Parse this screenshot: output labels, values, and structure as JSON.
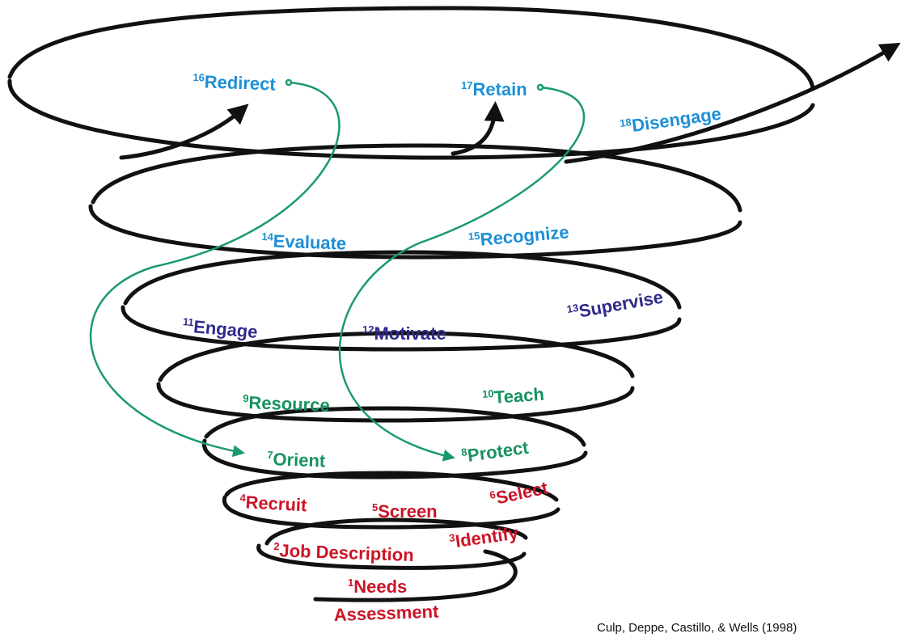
{
  "colors": {
    "red": "#cc1427",
    "green": "#16935f",
    "purple": "#2f2a8c",
    "blue": "#1d8fd6",
    "spiral": "#111111",
    "connector": "#1a9a6b"
  },
  "stages": [
    {
      "num": "1",
      "name": "Needs",
      "name2": "Assessment",
      "color": "red"
    },
    {
      "num": "2",
      "name": "Job Description",
      "color": "red"
    },
    {
      "num": "3",
      "name": "Identify",
      "color": "red"
    },
    {
      "num": "4",
      "name": "Recruit",
      "color": "red"
    },
    {
      "num": "5",
      "name": "Screen",
      "color": "red"
    },
    {
      "num": "6",
      "name": "Select",
      "color": "red"
    },
    {
      "num": "7",
      "name": "Orient",
      "color": "green"
    },
    {
      "num": "8",
      "name": "Protect",
      "color": "green"
    },
    {
      "num": "9",
      "name": "Resource",
      "color": "green"
    },
    {
      "num": "10",
      "name": "Teach",
      "color": "green"
    },
    {
      "num": "11",
      "name": "Engage",
      "color": "purple"
    },
    {
      "num": "12",
      "name": "Motivate",
      "color": "purple"
    },
    {
      "num": "13",
      "name": "Supervise",
      "color": "purple"
    },
    {
      "num": "14",
      "name": "Evaluate",
      "color": "blue"
    },
    {
      "num": "15",
      "name": "Recognize",
      "color": "blue"
    },
    {
      "num": "16",
      "name": "Redirect",
      "color": "blue"
    },
    {
      "num": "17",
      "name": "Retain",
      "color": "blue"
    },
    {
      "num": "18",
      "name": "Disengage",
      "color": "blue"
    }
  ],
  "citation": "Culp, Deppe, Castillo, & Wells (1998)"
}
